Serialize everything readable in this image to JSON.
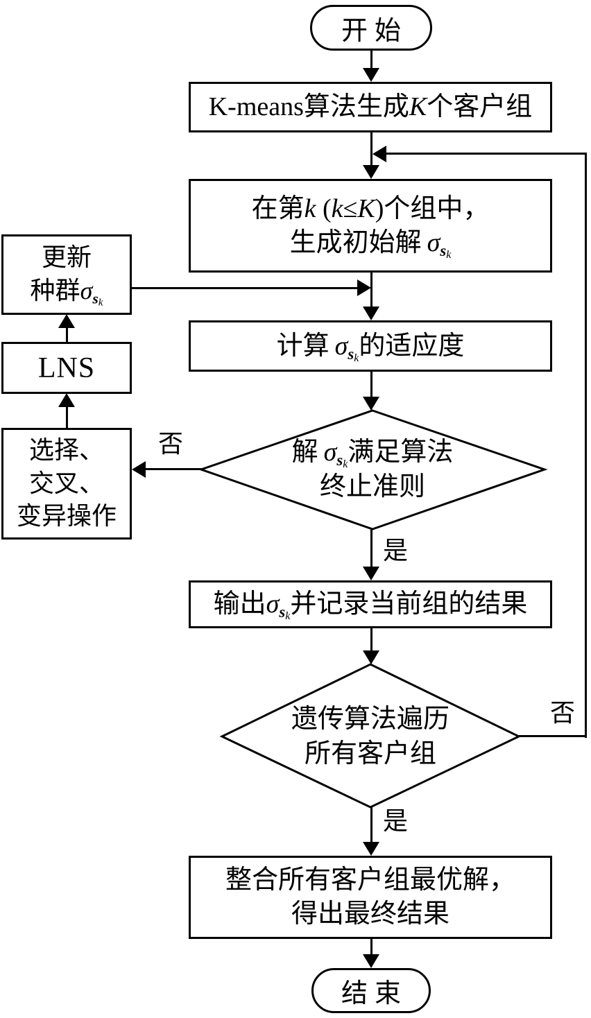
{
  "symbols": {
    "sigma": "σ",
    "s": "s",
    "k": "k"
  },
  "terminals": {
    "start": "开始",
    "end": "结束"
  },
  "process": {
    "kmeans": {
      "pre": "K-means算法生成",
      "K": "K",
      "post": "个客户组"
    },
    "initgroup": {
      "l1a": "在第",
      "l1k1": "k",
      "l1b": " (",
      "l1k2": "k",
      "l1le": "≤",
      "l1K": "K",
      "l1c": ")个组中，",
      "l2a": "生成初始解"
    },
    "fitness": {
      "a": "计算",
      "b": "的适应度"
    },
    "output": {
      "a": "输出",
      "b": "并记录当前组的结果"
    },
    "integrate": {
      "l1": "整合所有客户组最优解，",
      "l2": "得出最终结果"
    },
    "update": {
      "l1": "更新",
      "l2a": "种群"
    },
    "lns": "LNS",
    "select": {
      "l1": "选择、",
      "l2": "交叉、",
      "l3": "变异操作"
    }
  },
  "decisions": {
    "criteria": {
      "l1a": "解",
      "l1b": "满足算法",
      "l2": "终止准则"
    },
    "traverse": {
      "l1": "遗传算法遍历",
      "l2": "所有客户组"
    }
  },
  "branch_labels": {
    "yes1": "是",
    "no1": "否",
    "yes2": "是",
    "no2": "否"
  },
  "colors": {
    "stroke": "#000000",
    "background": "#ffffff"
  }
}
